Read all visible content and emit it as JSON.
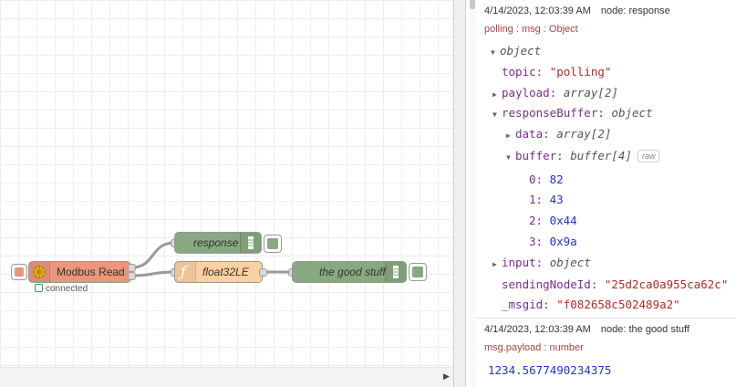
{
  "flow": {
    "nodes": {
      "modbus": {
        "label": "Modbus Read",
        "color": "#e9967a"
      },
      "response": {
        "label": "response",
        "color": "#87a980"
      },
      "float": {
        "label": "float32LE",
        "color": "#fdd0a2",
        "icon": "ƒ"
      },
      "good": {
        "label": "the good stuff",
        "color": "#87a980"
      }
    },
    "status": {
      "text": "connected",
      "color": "#2aa56b"
    }
  },
  "debug": {
    "message1": {
      "timestamp": "4/14/2023, 12:03:39 AM",
      "node": "node: response",
      "topic_line": "polling : msg : Object",
      "root_type": "object",
      "topic_key": "topic:",
      "topic_value": "\"polling\"",
      "payload_key": "payload:",
      "payload_type": "array[2]",
      "rb_key": "responseBuffer:",
      "rb_type": "object",
      "data_key": "data:",
      "data_type": "array[2]",
      "buffer_key": "buffer:",
      "buffer_type": "buffer[4]",
      "raw_label": "raw",
      "entries": [
        {
          "index": "0:",
          "value": "82"
        },
        {
          "index": "1:",
          "value": "43"
        },
        {
          "index": "2:",
          "value": "0x44"
        },
        {
          "index": "3:",
          "value": "0x9a"
        }
      ],
      "input_key": "input:",
      "input_type": "object",
      "sending_key": "sendingNodeId:",
      "sending_value": "\"25d2ca0a955ca62c\"",
      "msgid_key": "_msgid:",
      "msgid_value": "\"f082658c502489a2\""
    },
    "message2": {
      "timestamp": "4/14/2023, 12:03:39 AM",
      "node": "node: the good stuff",
      "topic_line": "msg.payload : number",
      "value": "1234.5677490234375"
    }
  }
}
